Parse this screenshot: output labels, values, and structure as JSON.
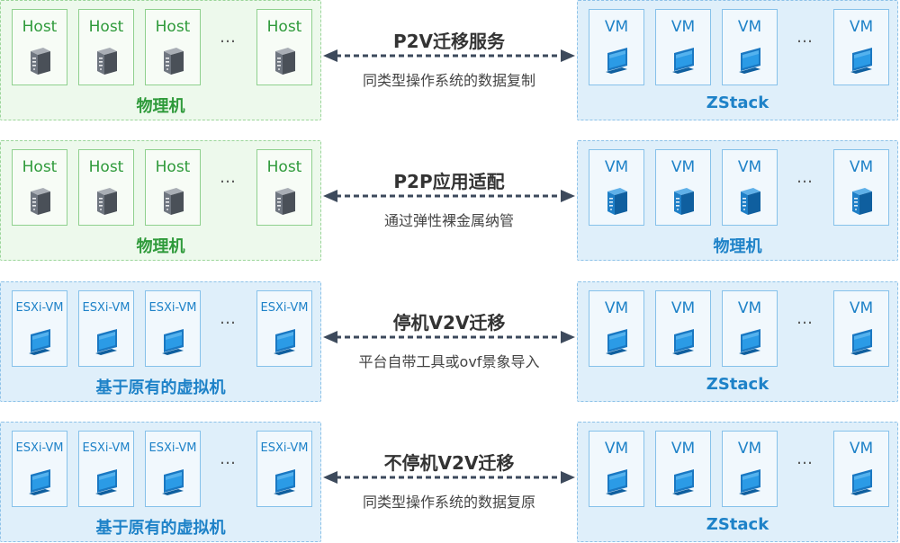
{
  "rows": [
    {
      "left": {
        "theme": "green",
        "card_labels": [
          "Host",
          "Host",
          "Host",
          "Host"
        ],
        "icon": "server-icon",
        "ellipsis": "…",
        "title": "物理机"
      },
      "middle": {
        "title": "P2V迁移服务",
        "subtitle": "同类型操作系统的数据复制"
      },
      "right": {
        "theme": "blue",
        "card_labels": [
          "VM",
          "VM",
          "VM",
          "VM"
        ],
        "icon": "monitor-icon",
        "ellipsis": "…",
        "title": "ZStack"
      }
    },
    {
      "left": {
        "theme": "green",
        "card_labels": [
          "Host",
          "Host",
          "Host",
          "Host"
        ],
        "icon": "server-icon",
        "ellipsis": "…",
        "title": "物理机"
      },
      "middle": {
        "title": "P2P应用适配",
        "subtitle": "通过弹性裸金属纳管"
      },
      "right": {
        "theme": "blue",
        "card_labels": [
          "VM",
          "VM",
          "VM",
          "VM"
        ],
        "icon": "server-icon-blue",
        "ellipsis": "…",
        "title": "物理机"
      }
    },
    {
      "left": {
        "theme": "blue",
        "card_labels": [
          "ESXi-VM",
          "ESXi-VM",
          "ESXi-VM",
          "ESXi-VM"
        ],
        "icon": "monitor-icon",
        "ellipsis": "…",
        "title": "基于原有的虚拟机"
      },
      "middle": {
        "title": "停机V2V迁移",
        "subtitle": "平台自带工具或ovf景象导入"
      },
      "right": {
        "theme": "blue",
        "card_labels": [
          "VM",
          "VM",
          "VM",
          "VM"
        ],
        "icon": "monitor-icon",
        "ellipsis": "…",
        "title": "ZStack"
      }
    },
    {
      "left": {
        "theme": "blue",
        "card_labels": [
          "ESXi-VM",
          "ESXi-VM",
          "ESXi-VM",
          "ESXi-VM"
        ],
        "icon": "monitor-icon",
        "ellipsis": "…",
        "title": "基于原有的虚拟机"
      },
      "middle": {
        "title": "不停机V2V迁移",
        "subtitle": "同类型操作系统的数据复原"
      },
      "right": {
        "theme": "blue",
        "card_labels": [
          "VM",
          "VM",
          "VM",
          "VM"
        ],
        "icon": "monitor-icon",
        "ellipsis": "…",
        "title": "ZStack"
      }
    }
  ],
  "colors": {
    "green_text": "#2e9a3a",
    "blue_text": "#1e82c8",
    "arrow": "#3d4a5c"
  }
}
